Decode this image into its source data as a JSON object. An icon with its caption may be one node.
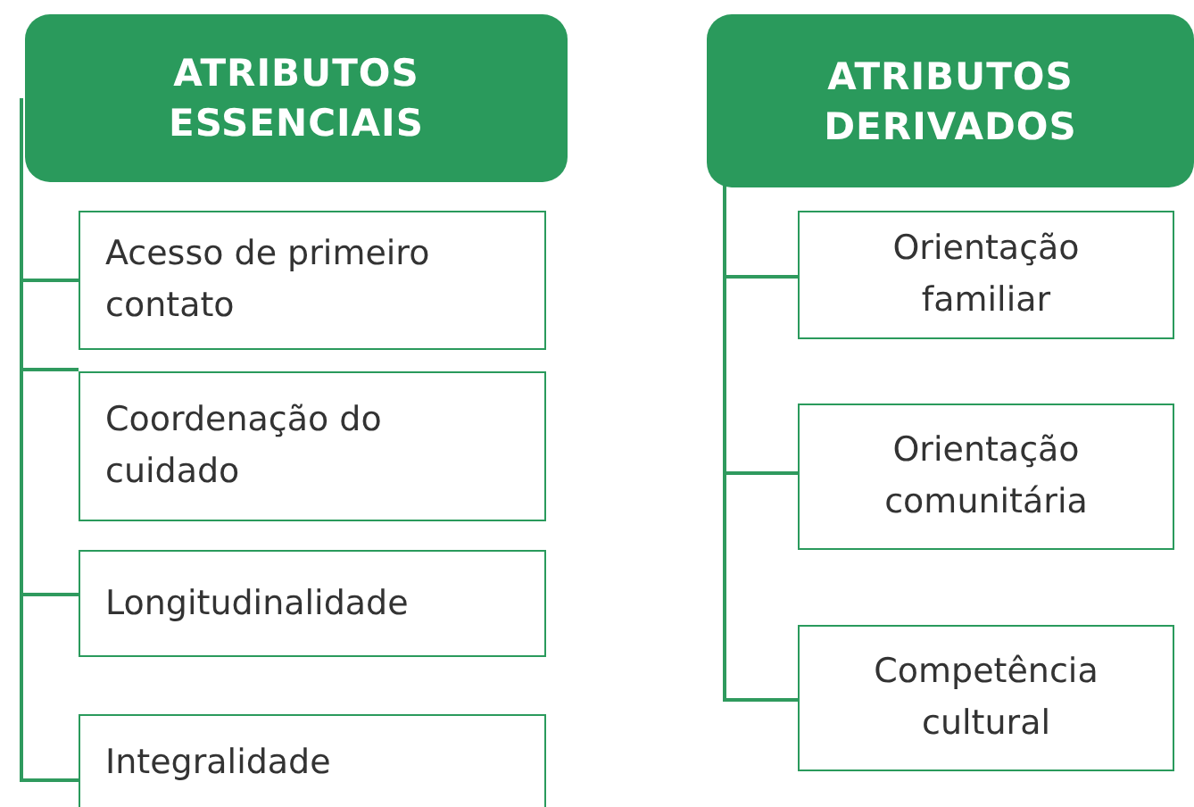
{
  "diagram": {
    "nodes": [
      {
        "text": [
          "ATRIBUTOS ESSENCIAIS"
        ]
      },
      {
        "text": [
          "Acesso de primeiro contato"
        ]
      },
      {
        "text": [
          "Coordenação do cuidado"
        ]
      },
      {
        "text": [
          "Longitudinalidade"
        ]
      },
      {
        "text": [
          "Integralidade"
        ]
      },
      {
        "text": [
          "ATRIBUTOS DERIVADOS"
        ]
      },
      {
        "text": [
          "Orientação familiar"
        ]
      },
      {
        "text": [
          "Orientação comunitária"
        ]
      },
      {
        "text": [
          "Competência cultural"
        ]
      }
    ],
    "edges": [
      {
        "from": 0,
        "to": 1,
        "arrow": "none"
      },
      {
        "from": 0,
        "to": 2,
        "arrow": "none"
      },
      {
        "from": 0,
        "to": 3,
        "arrow": "none"
      },
      {
        "from": 0,
        "to": 4,
        "arrow": "none"
      },
      {
        "from": 5,
        "to": 6,
        "arrow": "none"
      },
      {
        "from": 5,
        "to": 7,
        "arrow": "none"
      },
      {
        "from": 5,
        "to": 8,
        "arrow": "none"
      }
    ]
  }
}
